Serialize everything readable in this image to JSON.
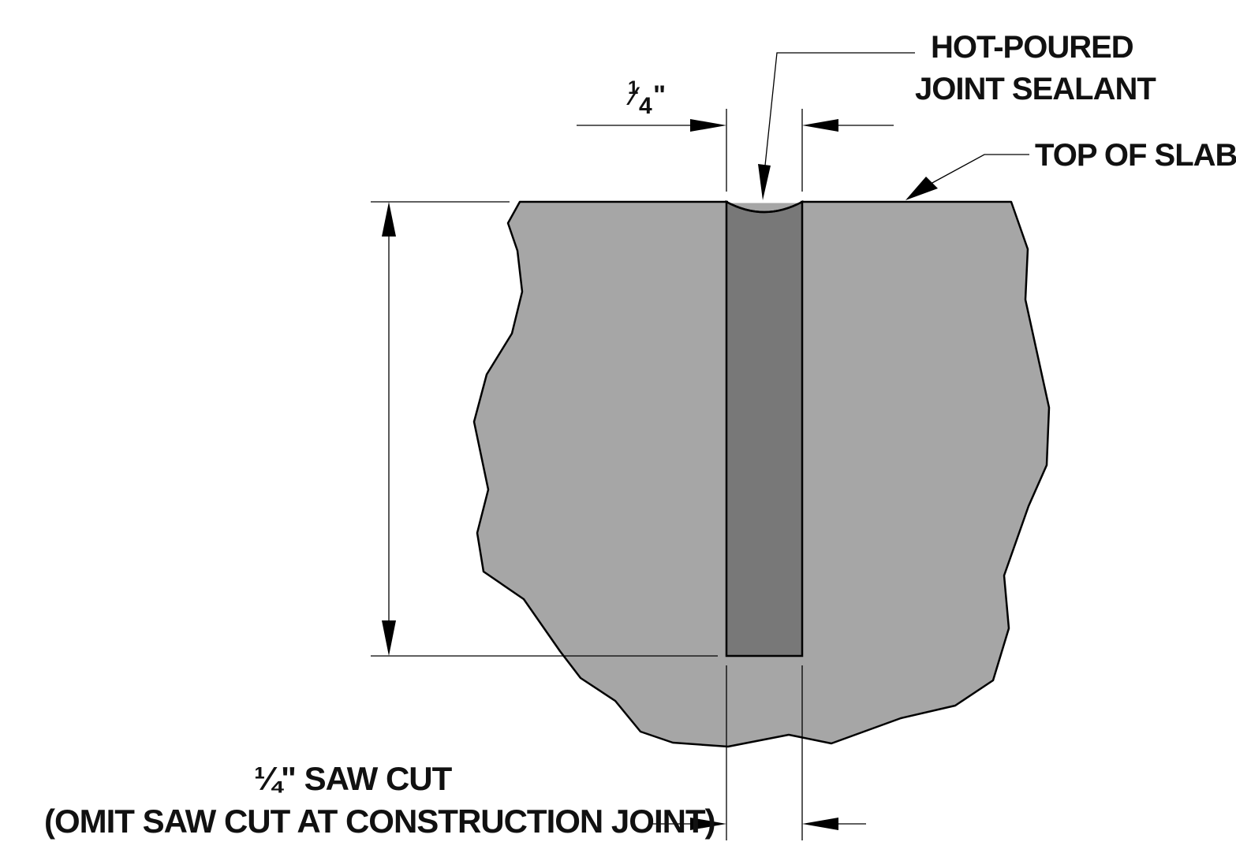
{
  "labels": {
    "sealant_line1": "HOT-POURED",
    "sealant_line2": "JOINT SEALANT",
    "top_of_slab": "TOP OF SLAB",
    "top_width_num": "1",
    "top_width_slash": "⁄",
    "top_width_den": "4",
    "top_width_unit": "\"",
    "saw_cut_line1": "¼\" SAW CUT",
    "saw_cut_line2": "(OMIT SAW CUT AT CONSTRUCTION JOINT)"
  },
  "colors": {
    "concrete": "#a6a6a6",
    "sealant": "#787878",
    "line": "#000000"
  }
}
